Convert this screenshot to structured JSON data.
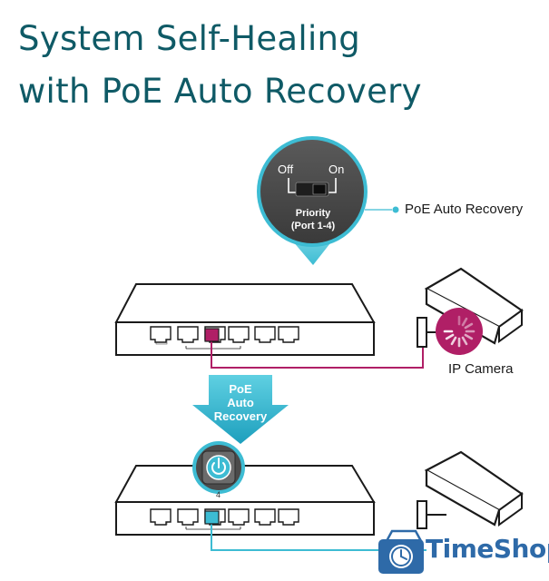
{
  "title": {
    "line1": "System Self-Healing",
    "line2": "with PoE Auto Recovery"
  },
  "switch_knob": {
    "off_label": "Off",
    "on_label": "On",
    "priority_label": "Priority",
    "port_range_label": "(Port 1-4)"
  },
  "callout_label": "PoE Auto Recovery",
  "camera_label": "IP Camera",
  "arrow_label": {
    "line1": "PoE",
    "line2": "Auto",
    "line3": "Recovery"
  },
  "recovered_port_number": "4",
  "watermark_brand": "TimeShop",
  "icons": [
    "recovery-power-icon",
    "ip-camera-icon",
    "clock-icon",
    "shopping-bag-icon"
  ],
  "colors": {
    "title": "#0f5a66",
    "accent_cyan": "#3dbcd3",
    "fault_magenta": "#b01f66",
    "knob_gray": "#4b4b4b",
    "brand_blue": "#2e6aa8"
  }
}
